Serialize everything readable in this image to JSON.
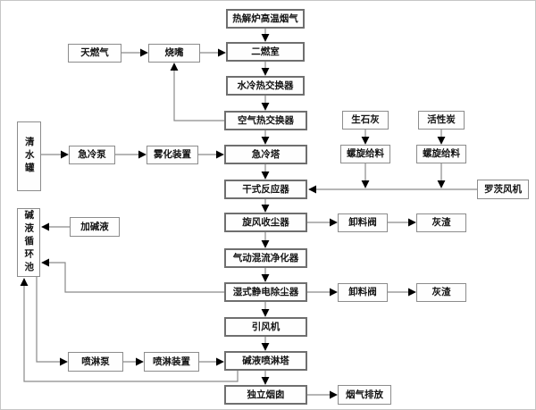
{
  "diagram": {
    "title": "flue-gas-treatment-process-flowchart",
    "colors": {
      "background": "#ffffff",
      "box_fill": "#fefefe",
      "box_border": "#8c8c8c",
      "major_box_border": "#6f6f6f",
      "connector": "#8a8a8a",
      "arrowhead": "#000000",
      "text": "#141414"
    }
  },
  "nodes": {
    "pyrolysis_gas": {
      "label": "热解炉高温烟气"
    },
    "natural_gas": {
      "label": "天燃气"
    },
    "burner": {
      "label": "烧嘴"
    },
    "secondary_chamber": {
      "label": "二燃室"
    },
    "water_cooled_hx": {
      "label": "水冷热交换器"
    },
    "air_hx": {
      "label": "空气热交换器"
    },
    "clean_water_tank": {
      "label": "清水罐"
    },
    "quench_pump": {
      "label": "急冷泵"
    },
    "atomizer": {
      "label": "雾化装置"
    },
    "quench_tower": {
      "label": "急冷塔"
    },
    "quicklime": {
      "label": "生石灰"
    },
    "activated_carbon": {
      "label": "活性炭"
    },
    "screw_feeder_lime": {
      "label": "螺旋给料"
    },
    "screw_feeder_carbon": {
      "label": "螺旋给料"
    },
    "dry_reactor": {
      "label": "干式反应器"
    },
    "roots_blower": {
      "label": "罗茨风机"
    },
    "cyclone": {
      "label": "旋风收尘器"
    },
    "discharge_valve_1": {
      "label": "卸料阀"
    },
    "ash_1": {
      "label": "灰渣"
    },
    "purifier": {
      "label": "气动混流净化器"
    },
    "wet_esp": {
      "label": "湿式静电除尘器"
    },
    "discharge_valve_2": {
      "label": "卸料阀"
    },
    "ash_2": {
      "label": "灰渣"
    },
    "alkali_tank": {
      "label": "碱液循环池"
    },
    "add_alkali": {
      "label": "加碱液"
    },
    "spray_pump": {
      "label": "喷淋泵"
    },
    "spray_device": {
      "label": "喷淋装置"
    },
    "id_fan": {
      "label": "引风机"
    },
    "alkali_spray_tower": {
      "label": "碱液喷淋塔"
    },
    "chimney": {
      "label": "独立烟囱"
    },
    "emission": {
      "label": "烟气排放"
    }
  },
  "edges": [
    {
      "from": "pyrolysis_gas",
      "to": "secondary_chamber"
    },
    {
      "from": "natural_gas",
      "to": "burner"
    },
    {
      "from": "burner",
      "to": "secondary_chamber"
    },
    {
      "from": "secondary_chamber",
      "to": "water_cooled_hx"
    },
    {
      "from": "water_cooled_hx",
      "to": "air_hx"
    },
    {
      "from": "air_hx",
      "to": "burner"
    },
    {
      "from": "air_hx",
      "to": "quench_tower"
    },
    {
      "from": "clean_water_tank",
      "to": "quench_pump"
    },
    {
      "from": "quench_pump",
      "to": "atomizer"
    },
    {
      "from": "atomizer",
      "to": "quench_tower"
    },
    {
      "from": "quench_tower",
      "to": "dry_reactor"
    },
    {
      "from": "quicklime",
      "to": "screw_feeder_lime"
    },
    {
      "from": "activated_carbon",
      "to": "screw_feeder_carbon"
    },
    {
      "from": "screw_feeder_lime",
      "to": "dry_reactor"
    },
    {
      "from": "screw_feeder_carbon",
      "to": "dry_reactor"
    },
    {
      "from": "roots_blower",
      "to": "dry_reactor"
    },
    {
      "from": "dry_reactor",
      "to": "cyclone"
    },
    {
      "from": "cyclone",
      "to": "discharge_valve_1"
    },
    {
      "from": "discharge_valve_1",
      "to": "ash_1"
    },
    {
      "from": "cyclone",
      "to": "purifier"
    },
    {
      "from": "purifier",
      "to": "wet_esp"
    },
    {
      "from": "wet_esp",
      "to": "discharge_valve_2"
    },
    {
      "from": "discharge_valve_2",
      "to": "ash_2"
    },
    {
      "from": "wet_esp",
      "to": "alkali_tank"
    },
    {
      "from": "wet_esp",
      "to": "id_fan"
    },
    {
      "from": "add_alkali",
      "to": "alkali_tank"
    },
    {
      "from": "alkali_tank",
      "to": "spray_pump"
    },
    {
      "from": "spray_pump",
      "to": "spray_device"
    },
    {
      "from": "spray_device",
      "to": "alkali_spray_tower"
    },
    {
      "from": "id_fan",
      "to": "alkali_spray_tower"
    },
    {
      "from": "alkali_spray_tower",
      "to": "alkali_tank"
    },
    {
      "from": "alkali_spray_tower",
      "to": "chimney"
    },
    {
      "from": "chimney",
      "to": "emission"
    }
  ]
}
